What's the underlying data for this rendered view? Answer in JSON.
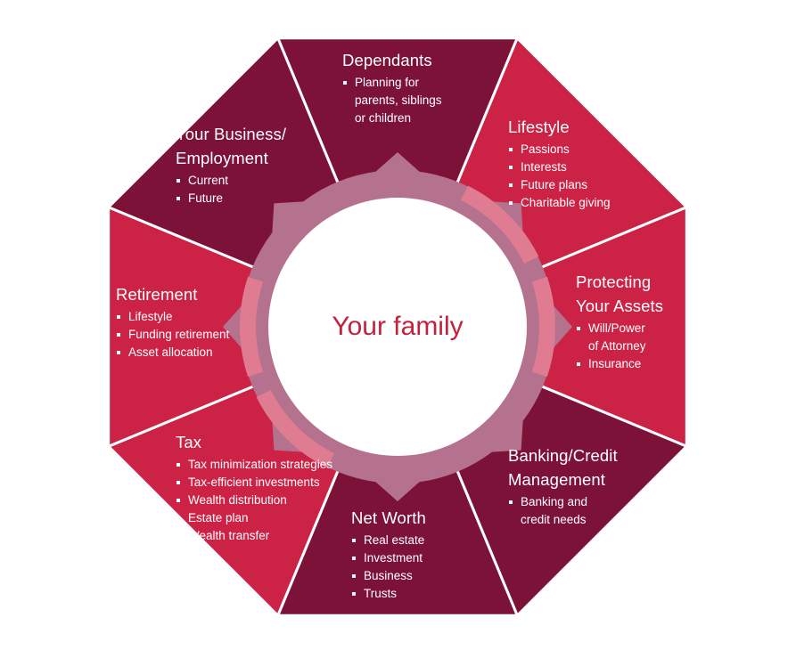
{
  "center": {
    "label": "Your family"
  },
  "colors": {
    "dark": "#7c1238",
    "red": "#cc2245",
    "ring": "#b5728f",
    "ring_light": "#e07c92",
    "center_fill": "#ffffff",
    "center_text": "#c4203d"
  },
  "segments": [
    {
      "id": "dependants",
      "shade": "dark",
      "title": [
        "Dependants"
      ],
      "items": [
        [
          "Planning for",
          "parents, siblings",
          "or children"
        ]
      ]
    },
    {
      "id": "lifestyle",
      "shade": "red",
      "title": [
        "Lifestyle"
      ],
      "items": [
        [
          "Passions"
        ],
        [
          "Interests"
        ],
        [
          "Future plans"
        ],
        [
          "Charitable giving"
        ]
      ]
    },
    {
      "id": "protecting-assets",
      "shade": "red",
      "title": [
        "Protecting",
        "Your Assets"
      ],
      "items": [
        [
          "Will/Power",
          "of Attorney"
        ],
        [
          "Insurance"
        ]
      ]
    },
    {
      "id": "banking-credit",
      "shade": "dark",
      "title": [
        "Banking/Credit",
        "Management"
      ],
      "items": [
        [
          "Banking and",
          "credit needs"
        ]
      ]
    },
    {
      "id": "net-worth",
      "shade": "dark",
      "title": [
        "Net Worth"
      ],
      "items": [
        [
          "Real estate"
        ],
        [
          "Investment"
        ],
        [
          "Business"
        ],
        [
          "Trusts"
        ]
      ]
    },
    {
      "id": "tax",
      "shade": "red",
      "title": [
        "Tax"
      ],
      "items": [
        [
          "Tax minimization strategies"
        ],
        [
          "Tax-efficient investments"
        ],
        [
          "Wealth distribution"
        ],
        [
          "Estate plan"
        ],
        [
          "Wealth transfer"
        ]
      ]
    },
    {
      "id": "retirement",
      "shade": "red",
      "title": [
        "Retirement"
      ],
      "items": [
        [
          "Lifestyle"
        ],
        [
          "Funding retirement"
        ],
        [
          "Asset allocation"
        ]
      ]
    },
    {
      "id": "business-employment",
      "shade": "dark",
      "title": [
        "Your Business/",
        "Employment"
      ],
      "items": [
        [
          "Current"
        ],
        [
          "Future"
        ]
      ]
    }
  ]
}
